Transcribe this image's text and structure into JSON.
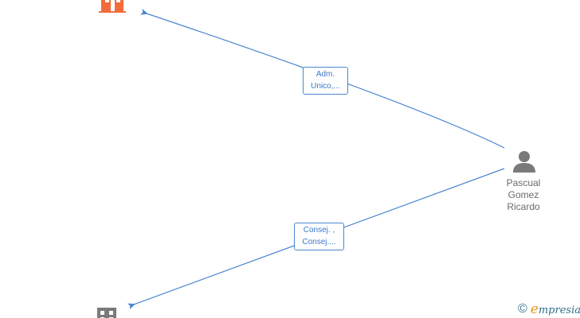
{
  "colors": {
    "edge": "#4a86d0",
    "company_primary": "#f26b3a",
    "company_secondary": "#7a7a7a",
    "person": "#7a7a7a",
    "brand_blue": "#2e6f8e",
    "brand_orange": "#e39a1c"
  },
  "nodes": {
    "company_top": {
      "icon": "building-icon"
    },
    "company_bottom": {
      "icon": "building-icon"
    },
    "person": {
      "icon": "person-icon",
      "name_lines": [
        "Pascual",
        "Gomez",
        "Ricardo"
      ]
    }
  },
  "edges": [
    {
      "label_lines": [
        "Adm.",
        "Unico,..."
      ]
    },
    {
      "label_lines": [
        "Consej. ,",
        "Consej...."
      ]
    }
  ],
  "footer": {
    "copyright_symbol": "©",
    "brand_first": "e",
    "brand_rest": "mpresia"
  }
}
